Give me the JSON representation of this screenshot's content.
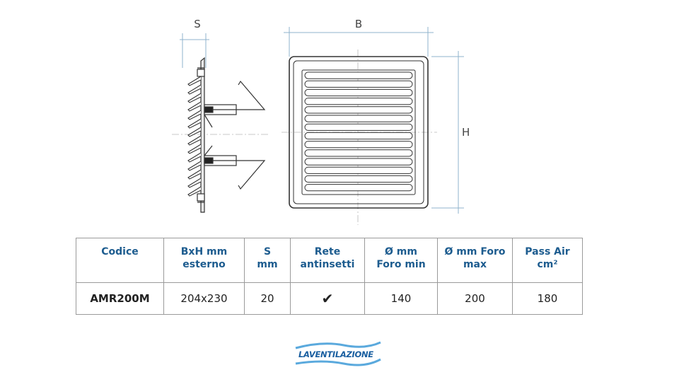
{
  "drawing": {
    "label_s": "S",
    "label_b": "B",
    "label_h": "H"
  },
  "table": {
    "headers": [
      [
        "Codice"
      ],
      [
        "BxH mm",
        "esterno"
      ],
      [
        "S",
        "mm"
      ],
      [
        "Rete",
        "antinsetti"
      ],
      [
        "Ø mm",
        "Foro min"
      ],
      [
        "Ø mm Foro",
        "max"
      ],
      [
        "Pass Air",
        "cm²"
      ]
    ],
    "row": {
      "code": "AMR200M",
      "dimensions": "204x230",
      "s": "20",
      "insect_net": "✔",
      "min_hole": "140",
      "max_hole": "200",
      "pass_air": "180"
    }
  },
  "logo": {
    "text": "LAVENTILAZIONE",
    "color": "#1a5fa0"
  },
  "colors": {
    "header_text": "#1d5c8f",
    "dimension_line": "#8fb3cc",
    "line_art": "#333333"
  }
}
